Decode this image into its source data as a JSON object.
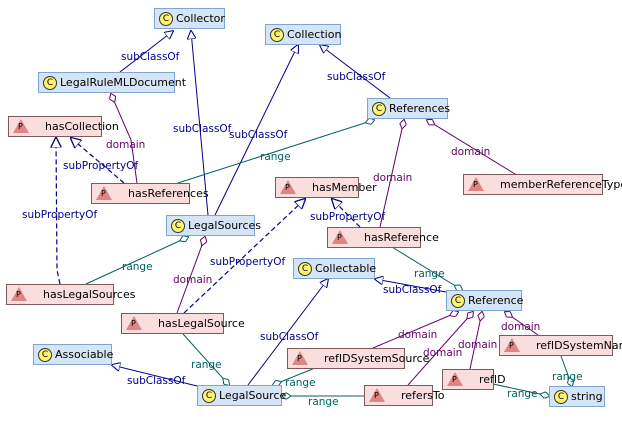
{
  "colors": {
    "class_fill": "#d6e5f5",
    "class_border": "#7ea6d4",
    "property_fill": "#fadede",
    "property_border": "#7a5a5a",
    "subclass_edge": "#00008b",
    "range_edge": "#006060",
    "domain_edge": "#660066"
  },
  "badges": {
    "class": "C",
    "property": "P"
  },
  "nodes": {
    "collector": "Collector",
    "collection": "Collection",
    "legalRuleMLDocument": "LegalRuleMLDocument",
    "references": "References",
    "hasCollection": "hasCollection",
    "hasReferences": "hasReferences",
    "memberReferenceType": "memberReferenceType",
    "hasMember": "hasMember",
    "legalSources": "LegalSources",
    "hasReference": "hasReference",
    "collectable": "Collectable",
    "reference": "Reference",
    "hasLegalSources": "hasLegalSources",
    "hasLegalSource": "hasLegalSource",
    "associable": "Associable",
    "refIDSystemSource": "refIDSystemSource",
    "refIDSystemName": "refIDSystemName",
    "refID": "refID",
    "refersTo": "refersTo",
    "legalSource": "LegalSource",
    "string": "string"
  },
  "edge_labels": {
    "subClassOf": "subClassOf",
    "subPropertyOf": "subPropertyOf",
    "range": "range",
    "domain": "domain"
  }
}
